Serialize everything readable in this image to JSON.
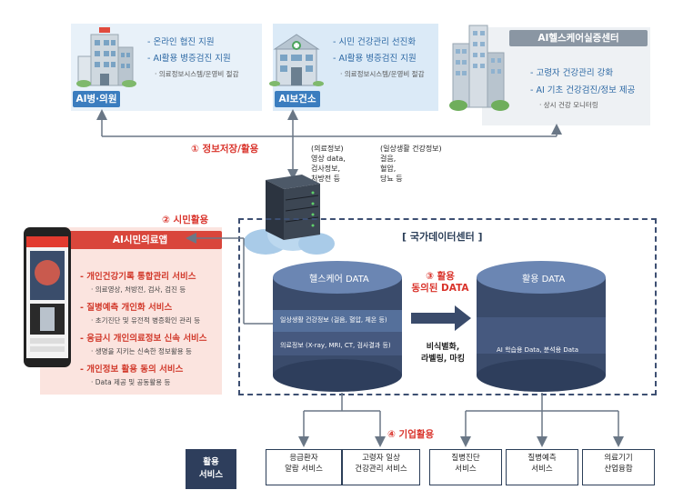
{
  "hospital": {
    "tag": "AI병·의원",
    "bullets": [
      "- 온라인 협진 지원",
      "- AI활용 병증검진 지원"
    ],
    "sub": "· 의료정보시스템/운영비 절감"
  },
  "public_center": {
    "tag": "AI보건소",
    "bullets": [
      "- 시민 건강관리 선진화",
      "- AI활용 병증검진 지원"
    ],
    "sub": "· 의료정보시스템/운영비 절감"
  },
  "care_center": {
    "tag": "AI헬스케어실증센터",
    "bullets": [
      "- 고령자 건강관리 강화",
      "- AI 기초 건강검진/정보 제공"
    ],
    "sub": "· 상시 건강 모니터링"
  },
  "steps": {
    "store": "① 정보저장/활용",
    "citizen": "② 시민활용",
    "consent": "③ 활용\n동의된 DATA",
    "enterprise": "④ 기업활용"
  },
  "medical_info": "(의료정보)\n영상 data,\n검사정보,\n처방전 등",
  "daily_info": "(일상생활 건강정보)\n걸음,\n혈압,\n당뇨 등",
  "national_center": "[ 국가데이터센터 ]",
  "healthcare_db": {
    "title": "헬스케어 DATA",
    "row1": "일상생활 건강정보 (걸음, 혈압, 체온 등)",
    "row2": "의료정보 (X-ray, MRI, CT, 검사결과 등)"
  },
  "usage_db": {
    "title": "활용 DATA",
    "row2": "AI 학습용 Data, 분석용 Data"
  },
  "process_label": "비식별화,\n라벨링, 마킹",
  "app": {
    "tag": "AI시민의료앱",
    "lines": [
      {
        "text": "- 개인건강기록 통합관리 서비스",
        "kind": "main"
      },
      {
        "text": "· 의료영상, 처방전, 검사, 검진 등",
        "kind": "sub"
      },
      {
        "text": "- 질병예측 개인화 서비스",
        "kind": "main"
      },
      {
        "text": "· 초기진단 및 유전적 병증확인 관리 등",
        "kind": "sub"
      },
      {
        "text": "- 응급시 개인의료정보 신속 서비스",
        "kind": "main"
      },
      {
        "text": "· 생명을 지키는 신속한 정보활용 등",
        "kind": "sub"
      },
      {
        "text": "- 개인정보 활용 동의 서비스",
        "kind": "main"
      },
      {
        "text": "· Data 제공 및 공동활용 등",
        "kind": "sub"
      }
    ]
  },
  "services": {
    "label": "활용\n서비스",
    "items": [
      "응급환자\n알람 서비스",
      "고령자 일상\n건강관리 서비스",
      "질병진단\n서비스",
      "질병예측\n서비스",
      "의료기기\n산업융합"
    ]
  },
  "colors": {
    "tag_blue": "#3b7dbf",
    "tag_gray": "#8a96a3",
    "accent_red": "#d9332b",
    "db_dark": "#2e3e5c",
    "panel_red": "#fbe4df"
  }
}
